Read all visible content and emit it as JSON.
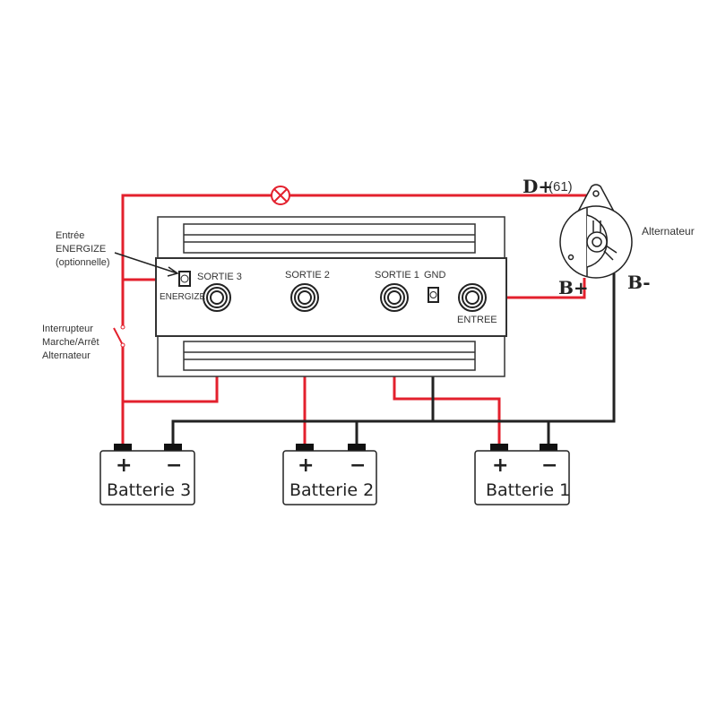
{
  "colors": {
    "red": "#e3202d",
    "black": "#222222"
  },
  "labels": {
    "energize_input": [
      "Entrée",
      "ENERGIZE",
      "(optionnelle)"
    ],
    "switch": [
      "Interrupteur",
      "Marche/Arrêt",
      "Alternateur"
    ],
    "alternator": "Alternateur",
    "d_plus": "D+",
    "d_plus_num": "(61)",
    "b_plus": "B+",
    "b_minus": "B-"
  },
  "device": {
    "terminals": {
      "sortie3": "SORTIE 3",
      "sortie2": "SORTIE 2",
      "sortie1": "SORTIE 1",
      "gnd": "GND",
      "entree": "ENTREE",
      "energize": "ENERGIZE"
    }
  },
  "batteries": [
    {
      "name": "Batterie 3",
      "plus": "+",
      "minus": "−"
    },
    {
      "name": "Batterie 2",
      "plus": "+",
      "minus": "−"
    },
    {
      "name": "Batterie 1",
      "plus": "+",
      "minus": "−"
    }
  ]
}
